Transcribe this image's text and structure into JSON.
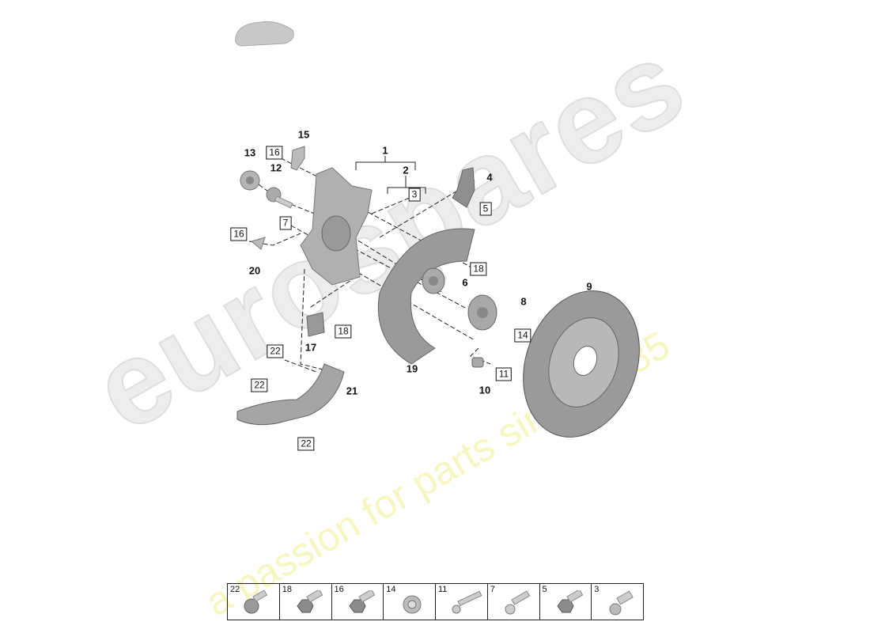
{
  "watermark": {
    "brand": "eurospares",
    "tagline": "a passion for parts since 1985"
  },
  "callouts": {
    "c1": "1",
    "c2": "2",
    "c4": "4",
    "c6": "6",
    "c8": "8",
    "c9": "9",
    "c10": "10",
    "c12": "12",
    "c13": "13",
    "c15": "15",
    "c17": "17",
    "c19": "19",
    "c20": "20",
    "c21": "21"
  },
  "boxed_callouts": {
    "b16a": "16",
    "b3": "3",
    "b5": "5",
    "b7": "7",
    "b16b": "16",
    "b18a": "18",
    "b18b": "18",
    "b14": "14",
    "b11": "11",
    "b22a": "22",
    "b22b": "22",
    "b22c": "22"
  },
  "fastener_table": [
    "22",
    "18",
    "16",
    "14",
    "11",
    "7",
    "5",
    "3"
  ],
  "colors": {
    "part": "#b9b9b9",
    "part_dark": "#8a8a8a",
    "line": "#222222"
  }
}
